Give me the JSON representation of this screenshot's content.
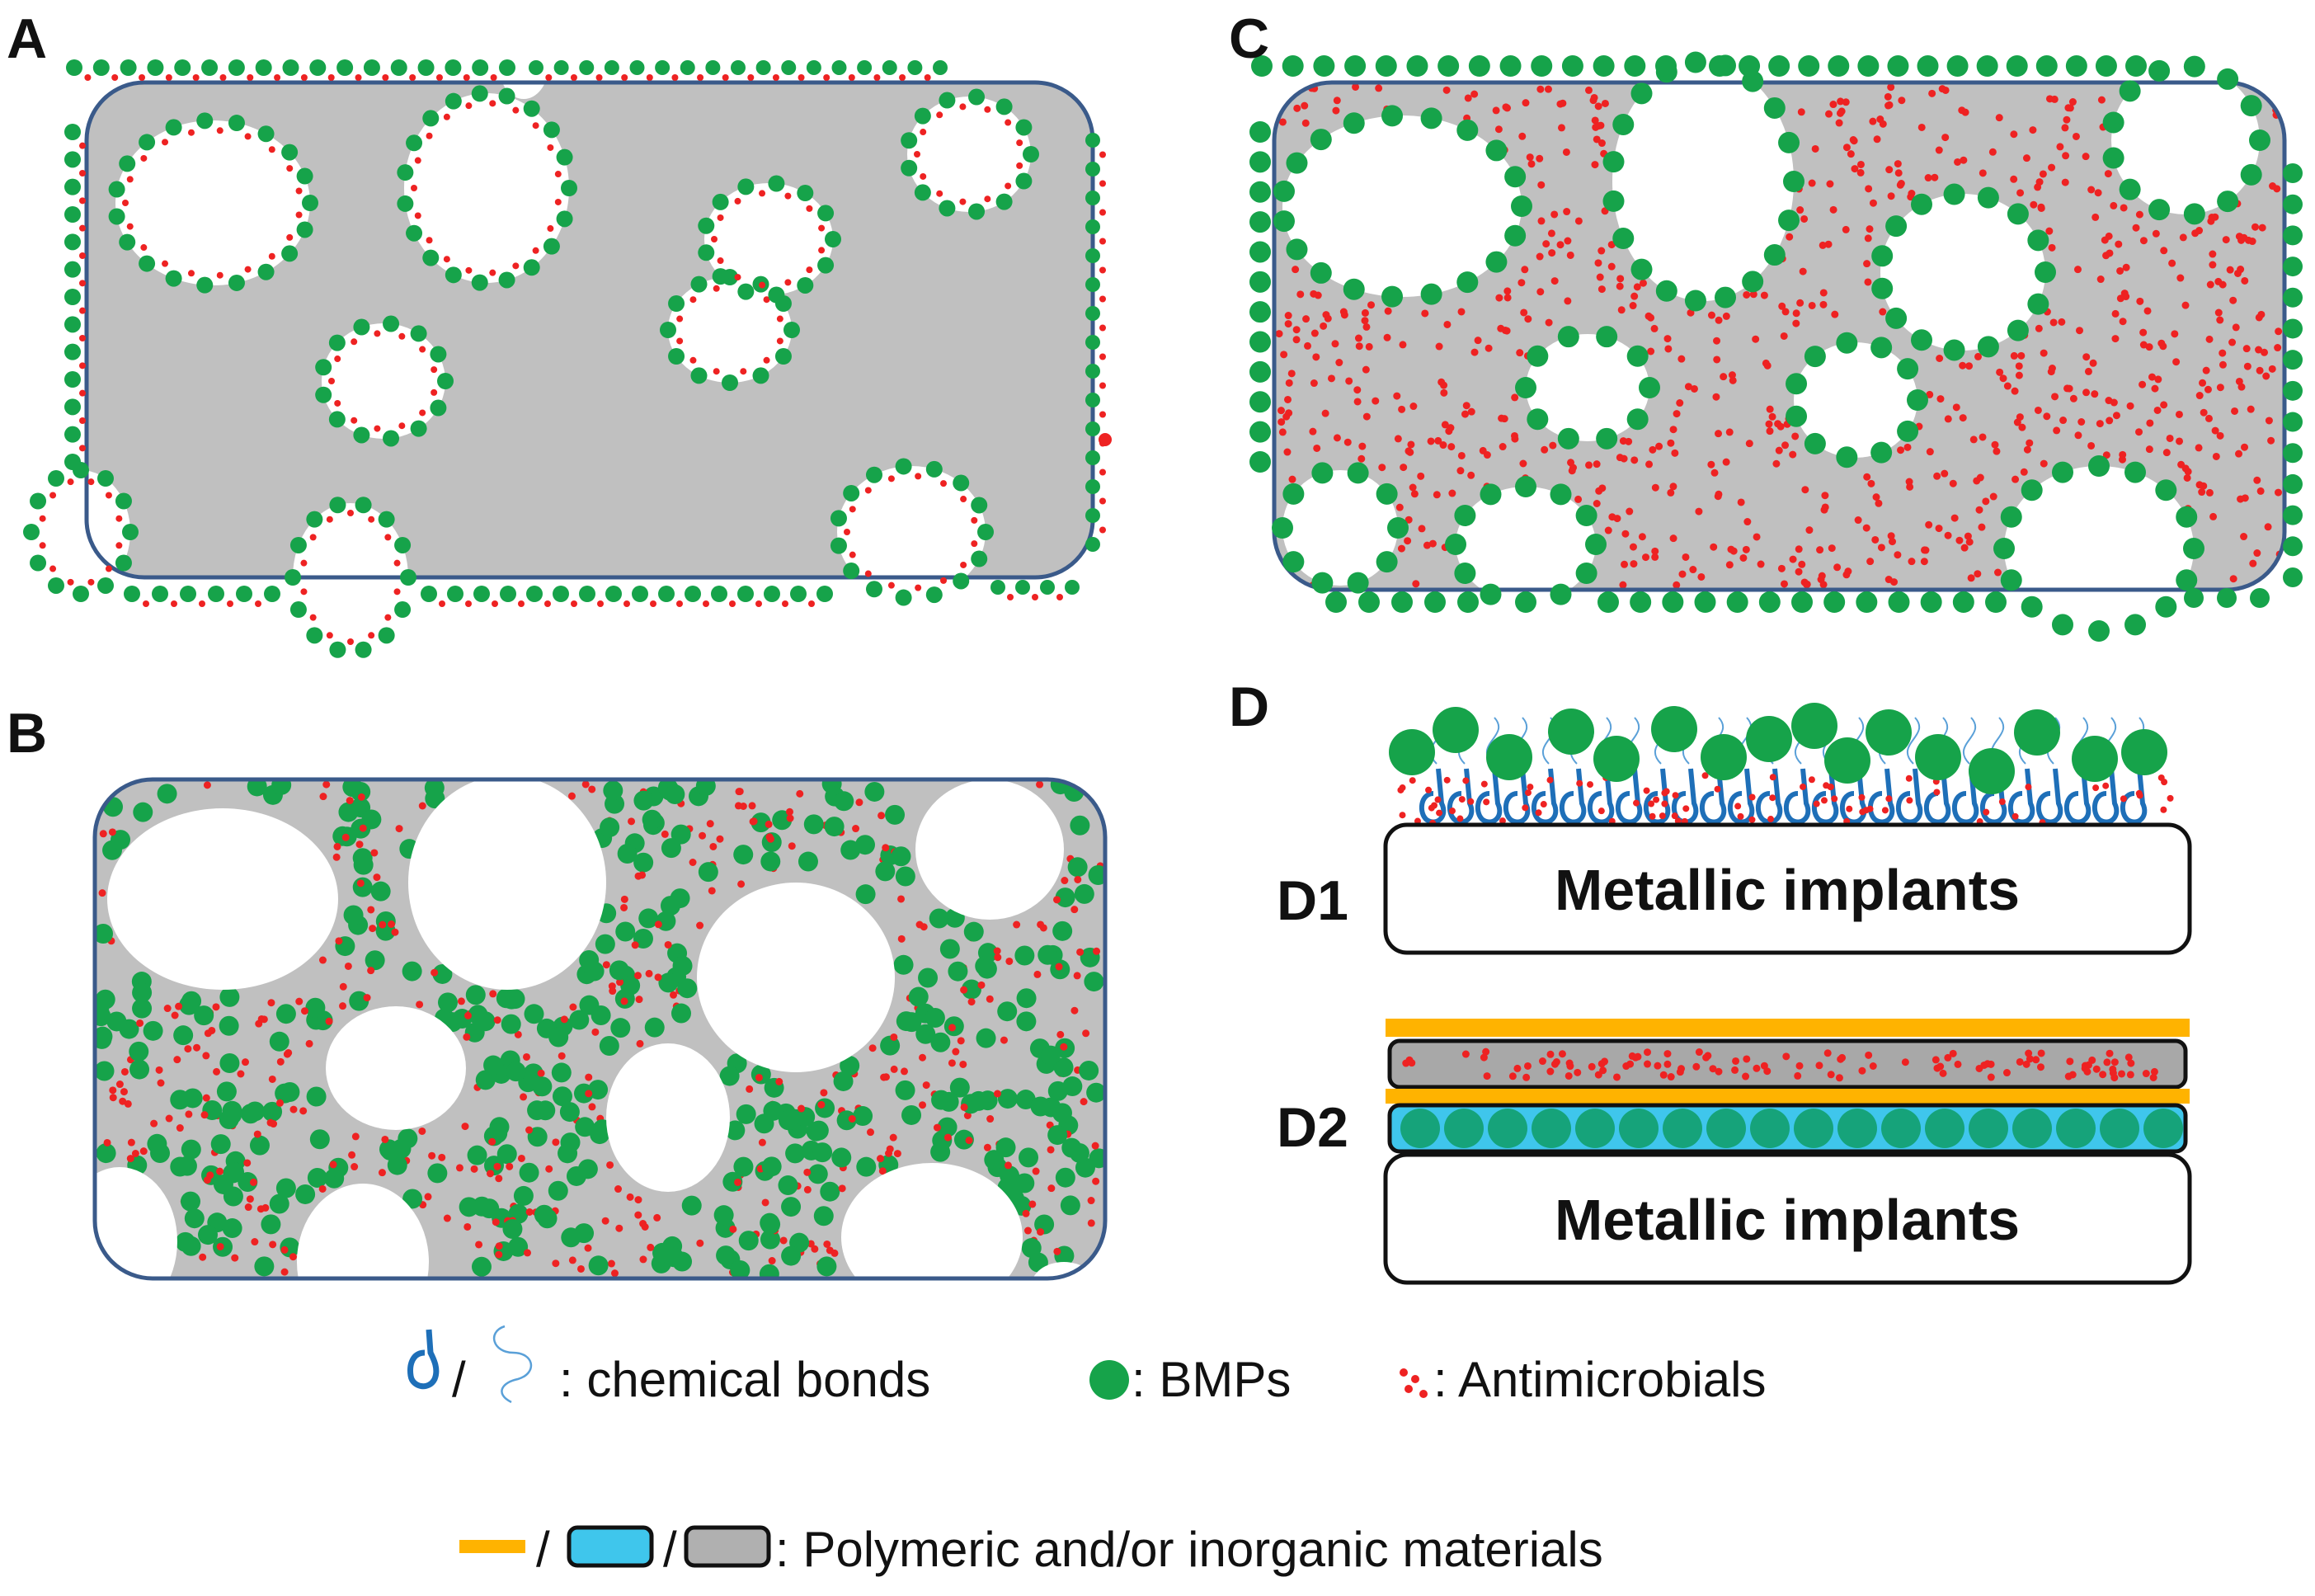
{
  "panels": {
    "a": {
      "label": "A"
    },
    "b": {
      "label": "B"
    },
    "c": {
      "label": "C"
    },
    "d": {
      "label": "D",
      "d1_label": "D1",
      "d2_label": "D2",
      "implant_text": "Metallic implants"
    }
  },
  "legend": {
    "bonds_sep": "/",
    "bonds_text": ": chemical bonds",
    "bmps_text": ": BMPs",
    "antimicrobials_text": ": Antimicrobials",
    "sep1": "/",
    "sep2": "/",
    "materials_text": ": Polymeric and/or inorganic materials"
  },
  "colors": {
    "scaffold_fill": "#c0c0c0",
    "scaffold_stroke": "#3a5a8a",
    "bmp_green": "#16a34a",
    "antimicrobial_red": "#ee2222",
    "bond_blue": "#1e6fb8",
    "polymer_yellow": "#ffb300",
    "layer_cyan": "#3fc6ec",
    "layer_gray": "#a8a8a8"
  }
}
